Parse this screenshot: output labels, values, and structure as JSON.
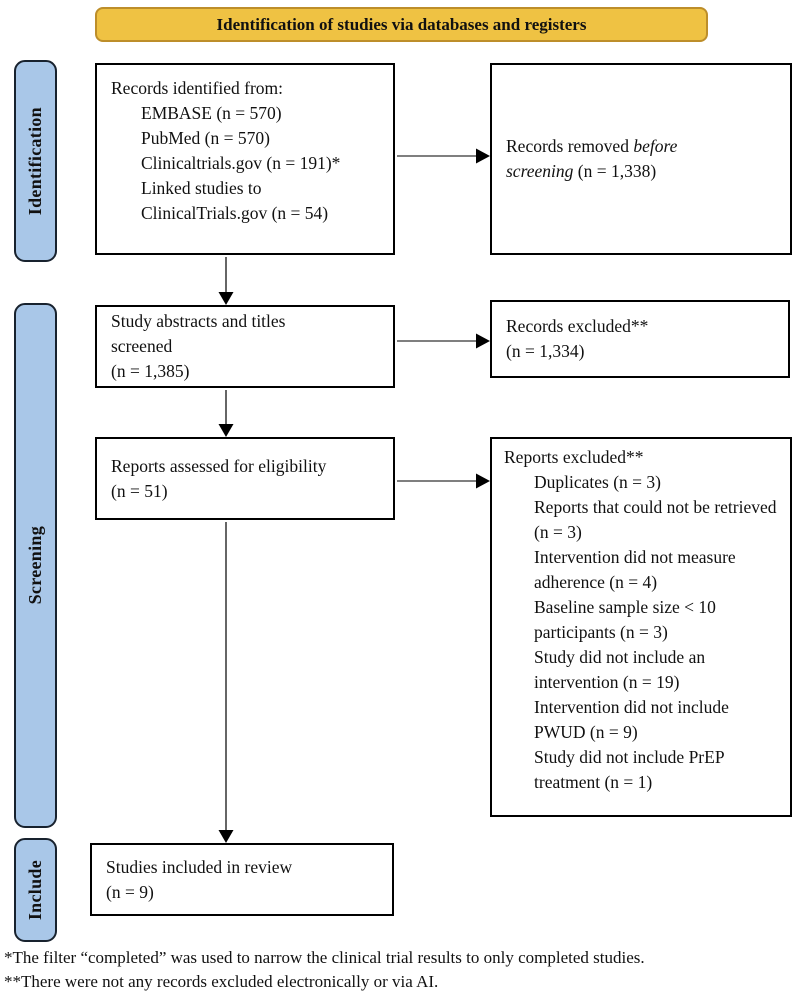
{
  "banner": {
    "title": "Identification of studies via databases and registers"
  },
  "stages": [
    {
      "label": "Identification"
    },
    {
      "label": "Screening"
    },
    {
      "label": "Include"
    }
  ],
  "boxes": {
    "records_identified": {
      "heading": "Records identified from:",
      "items": [
        "EMBASE (n = 570)",
        "PubMed (n = 570)",
        "Clinicaltrials.gov (n = 191)*",
        "Linked studies to",
        "ClinicalTrials.gov (n = 54)"
      ]
    },
    "records_removed": {
      "prefix": "Records removed ",
      "italic": "before screening",
      "suffix": " (n = 1,338)"
    },
    "abstracts_screened": {
      "main": "Study abstracts and titles screened",
      "count": "(n = 1,385)"
    },
    "records_excluded": {
      "main": "Records excluded**",
      "count": "(n = 1,334)"
    },
    "reports_assessed": {
      "main": "Reports assessed for eligibility",
      "count": "(n = 51)"
    },
    "reports_excluded": {
      "heading": "Reports excluded**",
      "items": [
        "Duplicates (n = 3)",
        "Reports that could not be retrieved (n = 3)",
        "Intervention did not measure adherence (n = 4)",
        "Baseline sample size < 10 participants (n = 3)",
        "Study did not include an intervention (n = 19)",
        "Intervention did not include PWUD (n = 9)",
        "Study did not include PrEP treatment (n = 1)"
      ]
    },
    "studies_included": {
      "main": "Studies included in review",
      "count": "(n = 9)"
    }
  },
  "footnotes": [
    "*The filter “completed” was used to narrow the clinical trial results to only completed studies.",
    "**There were not any records excluded electronically or via AI."
  ],
  "colors": {
    "banner_fill": "#EFC243",
    "banner_border": "#BD8E2A",
    "stage_fill": "#A9C7E8",
    "stage_border": "#18222E"
  }
}
